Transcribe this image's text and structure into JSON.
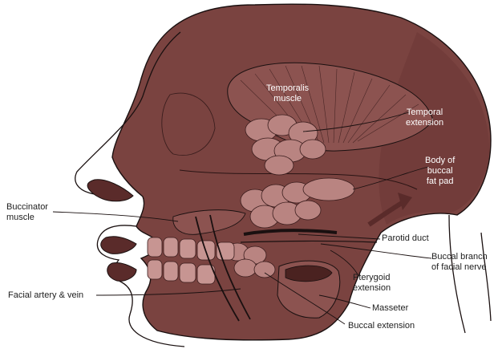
{
  "palette": {
    "skin": "#7a4340",
    "skin_dark": "#5a2b2a",
    "fat": "#b98481",
    "teeth": "#c79592",
    "line": "#1a1010",
    "label_dark": "#1d1d1d",
    "label_light": "#ffffff"
  },
  "labels": {
    "temporalis_1": "Temporalis",
    "temporalis_2": "muscle",
    "temporal_ext_1": "Temporal",
    "temporal_ext_2": "extension",
    "body_fat_1": "Body of",
    "body_fat_2": "buccal",
    "body_fat_3": "fat pad",
    "buccinator_1": "Buccinator",
    "buccinator_2": "muscle",
    "parotid_duct": "Parotid duct",
    "buccal_branch_1": "Buccal branch",
    "buccal_branch_2": "of facial nerve",
    "pterygoid_1": "Pterygoid",
    "pterygoid_2": "extension",
    "facial_artery": "Facial artery & vein",
    "masseter": "Masseter",
    "buccal_ext": "Buccal extension"
  }
}
